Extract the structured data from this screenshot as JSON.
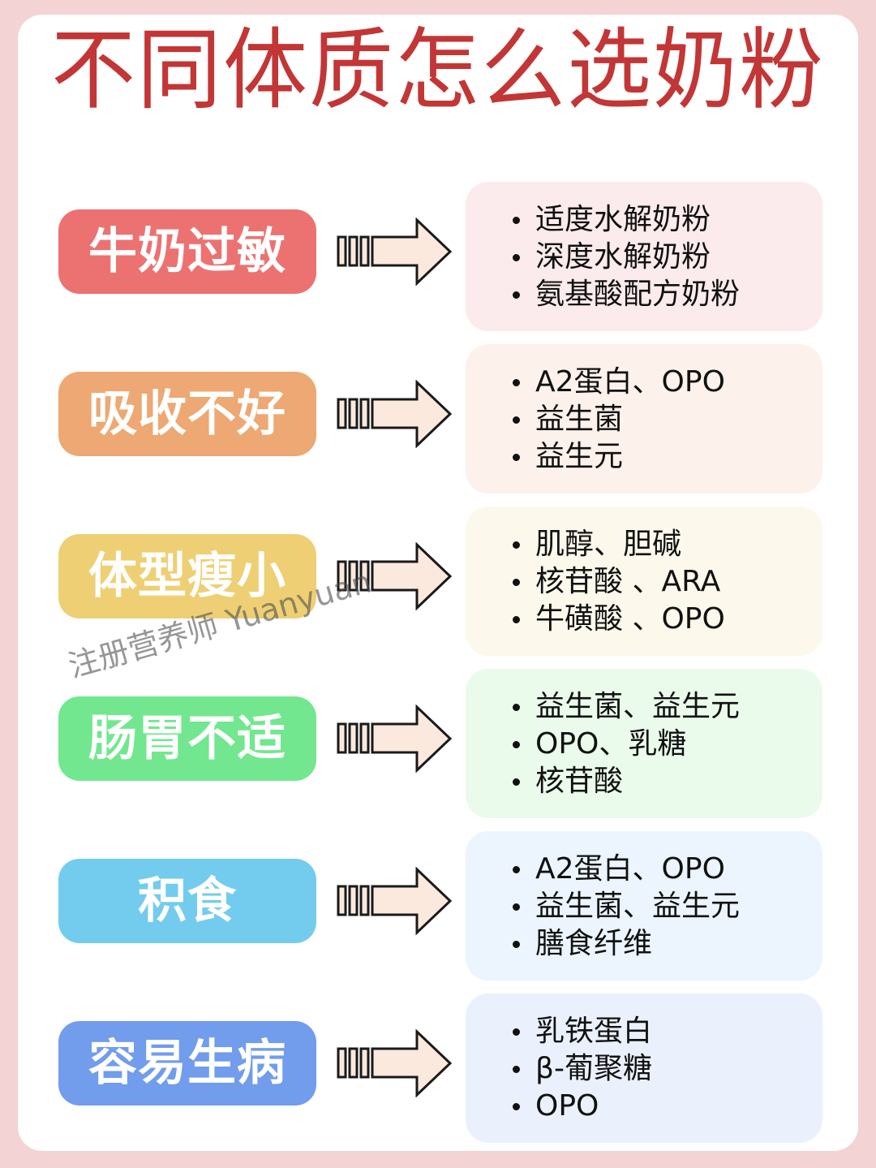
{
  "title": "不同体质怎么选奶粉",
  "watermark": "注册营养师 Yuanyuan",
  "colors": {
    "page_border": "#f3d3d4",
    "title": "#c33636",
    "arrow_fill": "#fbe9dd",
    "arrow_stroke": "#1a1a1a"
  },
  "rows": [
    {
      "label": "牛奶过敏",
      "pill_color": "#ec7272",
      "box_color": "#fcebec",
      "items": [
        "适度水解奶粉",
        "深度水解奶粉",
        "氨基酸配方奶粉"
      ]
    },
    {
      "label": "吸收不好",
      "pill_color": "#eda873",
      "box_color": "#fdf1ec",
      "items": [
        "A2蛋白、OPO",
        "益生菌",
        "益生元"
      ]
    },
    {
      "label": "体型瘦小",
      "pill_color": "#eecf74",
      "box_color": "#fcf9ec",
      "items": [
        "肌醇、胆碱",
        "核苷酸 、ARA",
        "牛磺酸 、OPO"
      ]
    },
    {
      "label": "肠胃不适",
      "pill_color": "#72e78f",
      "box_color": "#eafbec",
      "items": [
        "益生菌、益生元",
        "OPO、乳糖",
        "核苷酸"
      ]
    },
    {
      "label": "积食",
      "pill_color": "#73ccee",
      "box_color": "#ecf5fd",
      "items": [
        "A2蛋白、OPO",
        "益生菌、益生元",
        "膳食纤维"
      ]
    },
    {
      "label": "容易生病",
      "pill_color": "#729cec",
      "box_color": "#ebf1fc",
      "items": [
        "乳铁蛋白",
        "β-葡聚糖",
        "OPO"
      ]
    }
  ]
}
